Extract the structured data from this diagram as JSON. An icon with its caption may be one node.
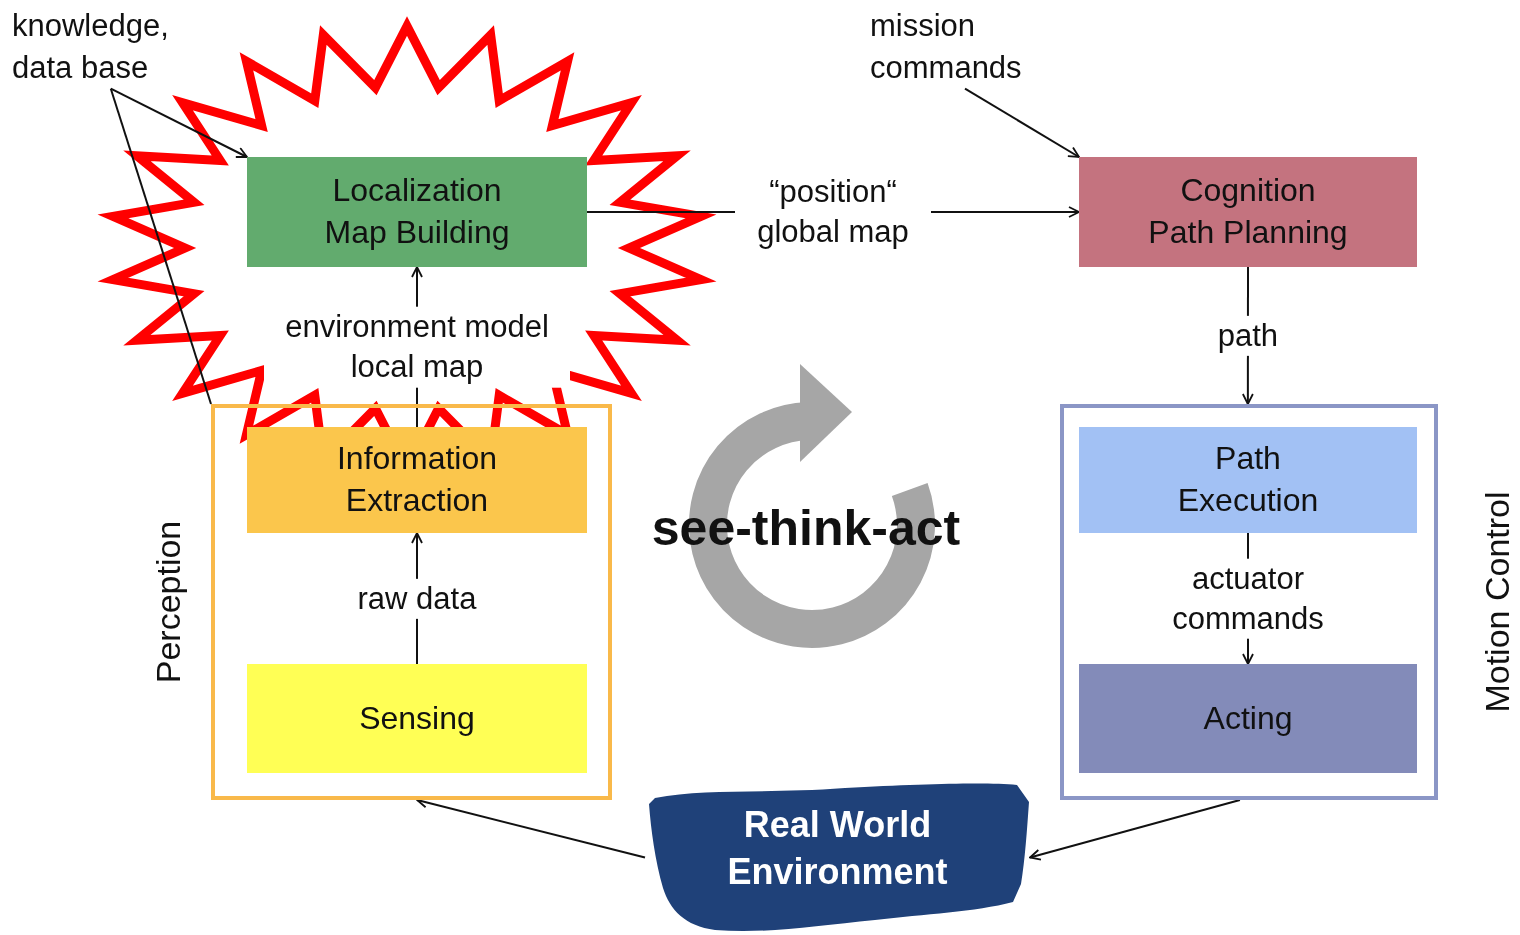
{
  "diagram": {
    "nodes": [
      {
        "text": [
          "knowledge, data base"
        ]
      },
      {
        "text": [
          "Localization Map Building"
        ]
      },
      {
        "text": [
          "Perception"
        ]
      },
      {
        "text": [
          "Information Extraction"
        ],
        "in": 2
      },
      {
        "text": [
          "Sensing"
        ],
        "in": 2
      },
      {
        "text": [
          "mission commands"
        ]
      },
      {
        "text": [
          "Cognition Path Planning"
        ]
      },
      {
        "text": [
          "Motion Control"
        ]
      },
      {
        "text": [
          "Path Execution"
        ],
        "in": 7
      },
      {
        "text": [
          "Acting"
        ],
        "in": 7
      },
      {
        "text": [
          "Real World Environment"
        ]
      }
    ],
    "edges": [
      {
        "from": 0,
        "to": 1,
        "arrow": "to"
      },
      {
        "from": 0,
        "to": 2,
        "arrow": "none"
      },
      {
        "from": 3,
        "to": 1,
        "arrow": "to",
        "label": "environment model local map"
      },
      {
        "from": 1,
        "to": 6,
        "arrow": "to",
        "label": "“position“ global map"
      },
      {
        "from": 5,
        "to": 6,
        "arrow": "to"
      },
      {
        "from": 6,
        "to": 7,
        "arrow": "to",
        "label": "path"
      },
      {
        "from": 8,
        "to": 9,
        "arrow": "to",
        "label": "actuator commands"
      },
      {
        "from": 4,
        "to": 3,
        "arrow": "to",
        "label": "raw data"
      },
      {
        "from": 7,
        "to": 10,
        "arrow": "to"
      },
      {
        "from": 10,
        "to": 2,
        "arrow": "to"
      }
    ],
    "labels": [
      "see-think-act"
    ]
  }
}
